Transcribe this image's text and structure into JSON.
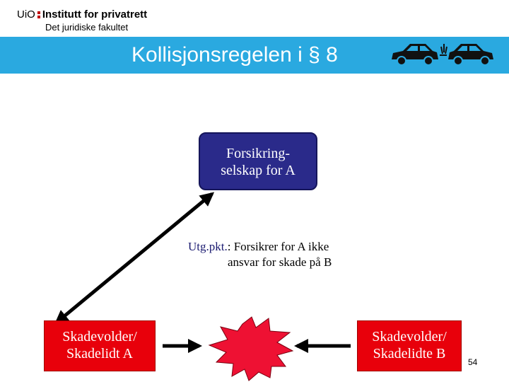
{
  "header": {
    "logo_uio": "UiO",
    "logo_institute": "Institutt for privatrett",
    "logo_faculty": "Det juridiske fakultet"
  },
  "banner": {
    "title": "Kollisjonsregelen i § 8",
    "color": "#2aa9e0"
  },
  "diagram": {
    "insurer": {
      "line1": "Forsikring-",
      "line2": "selskap for A"
    },
    "party_a": {
      "line1": "Skadevolder/",
      "line2": "Skadelidt A"
    },
    "party_b": {
      "line1": "Skadevolder/",
      "line2": "Skadelidte B"
    },
    "note": {
      "head": "Utg.pkt.",
      "line1_rest": ": Forsikrer for A ikke",
      "line2": "ansvar for skade på B"
    },
    "colors": {
      "insurer": "#2a2a8a",
      "party": "#e8000b",
      "burst": "#ee1133"
    },
    "icons": [
      "collision-cars-icon",
      "collision-burst-icon"
    ]
  },
  "footer": {
    "page_number": "54"
  }
}
